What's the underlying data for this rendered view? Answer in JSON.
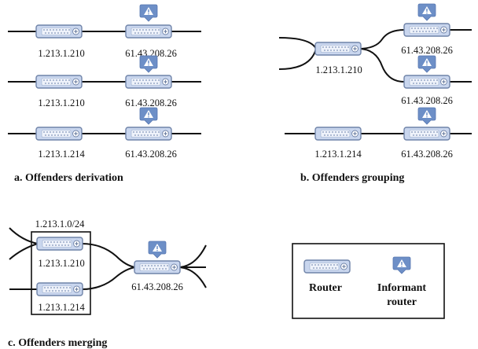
{
  "panel_a": {
    "caption": "a. Offenders derivation",
    "row1": {
      "left_ip": "1.213.1.210",
      "right_ip": "61.43.208.26"
    },
    "row2": {
      "left_ip": "1.213.1.210",
      "right_ip": "61.43.208.26"
    },
    "row3": {
      "left_ip": "1.213.1.214",
      "right_ip": "61.43.208.26"
    }
  },
  "panel_b": {
    "caption": "b. Offenders grouping",
    "hub_ip": "1.213.1.210",
    "top_ip": "61.43.208.26",
    "mid_ip": "61.43.208.26",
    "bottom_left_ip": "1.213.1.214",
    "bottom_right_ip": "61.43.208.26"
  },
  "panel_c": {
    "caption": "c. Offenders merging",
    "group_label": "1.213.1.0/24",
    "upper_ip": "1.213.1.210",
    "lower_ip": "1.213.1.214",
    "right_ip": "61.43.208.26"
  },
  "legend": {
    "router_label": "Router",
    "informant_line1": "Informant",
    "informant_line2": "router"
  },
  "colors": {
    "router_fill": "#c9d6ee",
    "router_stroke": "#6f83a8",
    "badge_fill": "#6d8fc7"
  }
}
